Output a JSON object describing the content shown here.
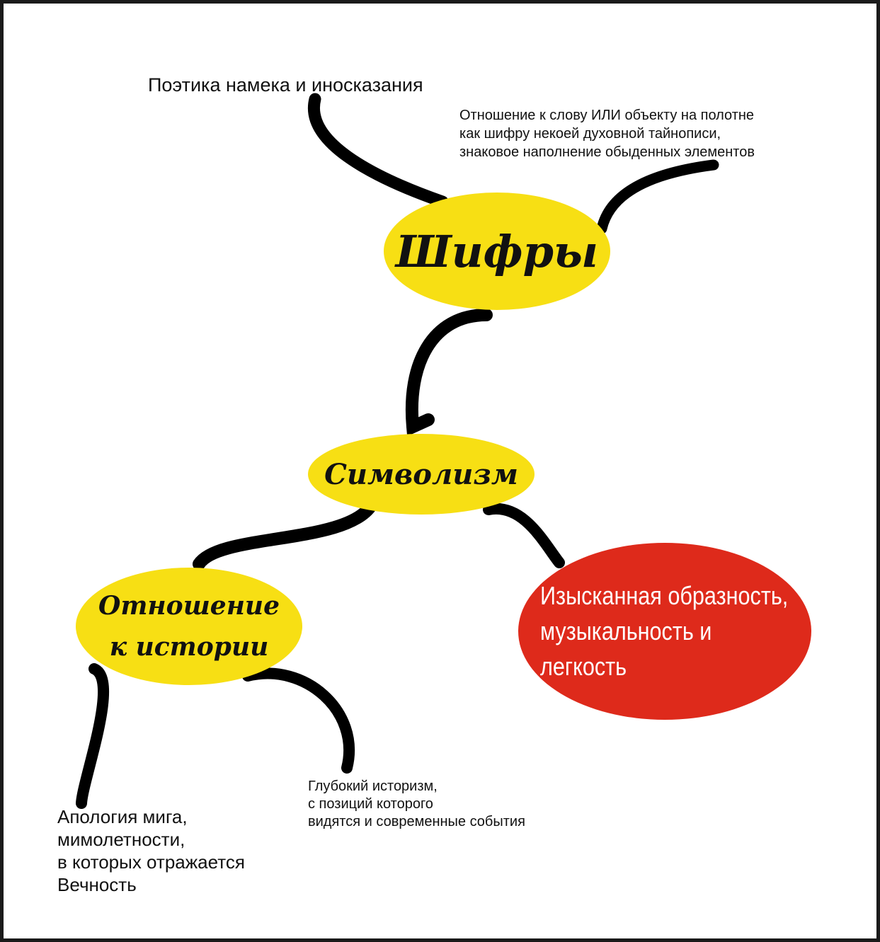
{
  "nodes": {
    "ciphers": "Шифры",
    "symbolism": "Символизм",
    "history": "Отношение\nк  истории",
    "imagery": "Изысканная образность,\nмузыкальность и легкость"
  },
  "labels": {
    "hint_poetics": "Поэтика намека и иносказания",
    "cipher_relation": "Отношение к слову ИЛИ объекту на полотне\nкак шифру некоей духовной тайнописи,\nзнаковое наполнение обыденных элементов",
    "deep_historism": "Глубокий историзм,\nс позиций которого\nвидятся и современные события",
    "apology": "Апология мига,\nмимолетности,\nв которых отражается\nВечность"
  },
  "colors": {
    "yellow": "#f7df14",
    "red": "#de2a1b",
    "line": "#000000"
  }
}
